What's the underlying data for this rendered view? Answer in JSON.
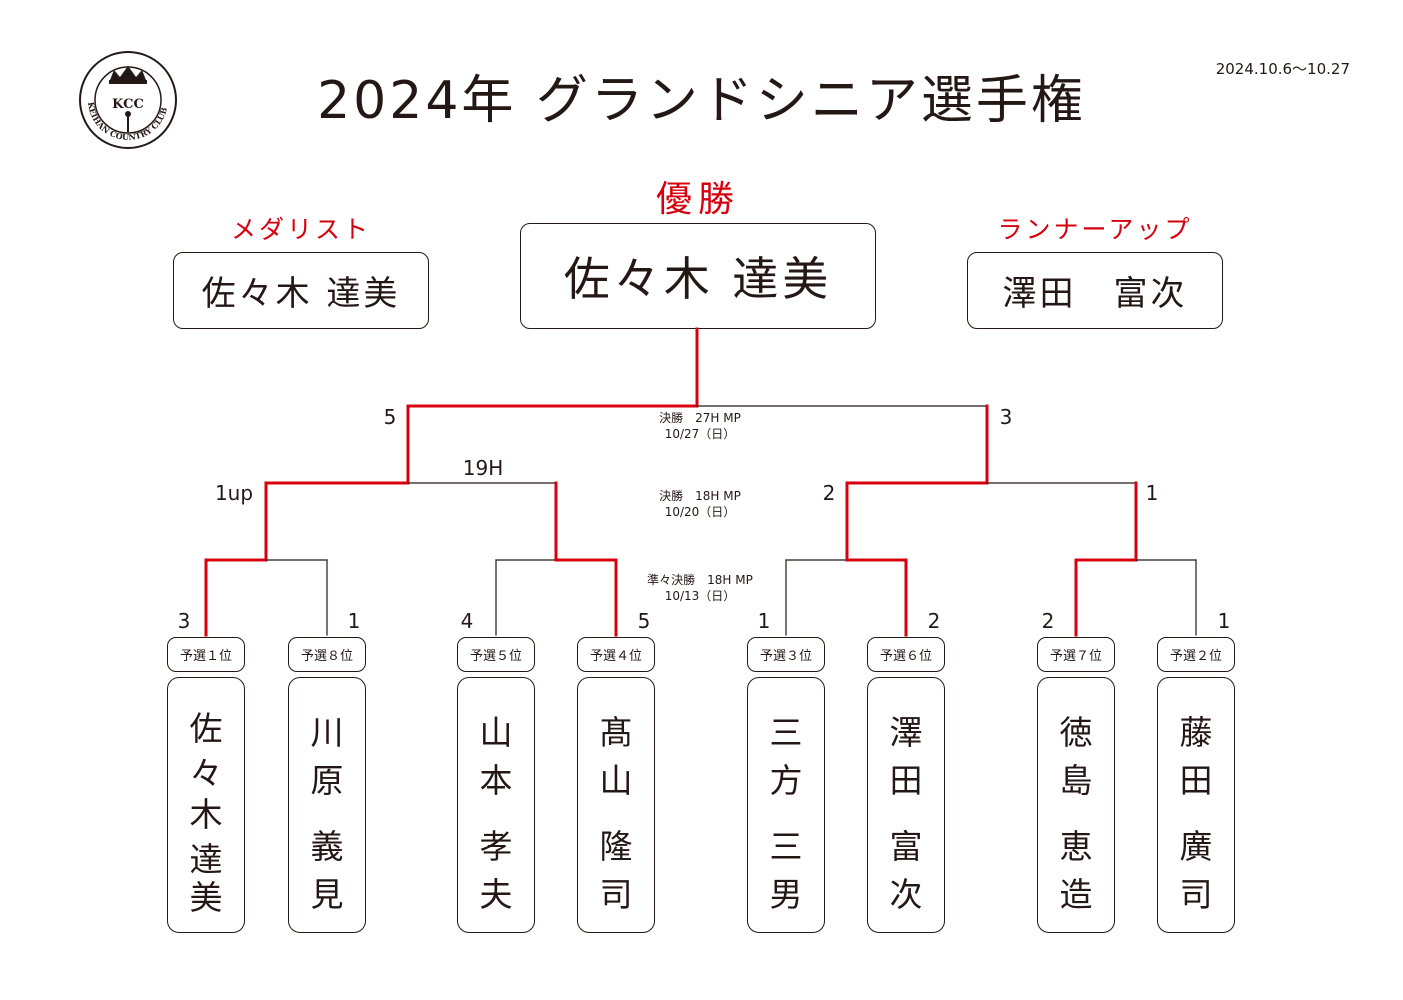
{
  "header": {
    "title": "2024年 グランドシニア選手権",
    "date_range": "2024.10.6～10.27",
    "logo": {
      "icon": "kcc-logo-icon",
      "center_text": "KCC",
      "ring_text": "KEIHAN COUNTRY CLUB"
    }
  },
  "awards": {
    "champion_label": "優勝",
    "champion_name": "佐々木 達美",
    "medalist_label": "メダリスト",
    "medalist_name": "佐々木 達美",
    "runnerup_label": "ランナーアップ",
    "runnerup_name": "澤田　富次"
  },
  "rounds": {
    "final": {
      "line1": "決勝　27H MP",
      "line2": "10/27（日）"
    },
    "semifinal": {
      "line1": "決勝　18H MP",
      "line2": "10/20（日）"
    },
    "quarterfinal": {
      "line1": "準々決勝　18H MP",
      "line2": "10/13（日）"
    }
  },
  "players": [
    {
      "rank": "予選１位",
      "surname": [
        "佐",
        "々",
        "木"
      ],
      "given": [
        "達",
        "美"
      ],
      "qf_score": "3"
    },
    {
      "rank": "予選８位",
      "surname": [
        "川",
        "原"
      ],
      "given": [
        "義",
        "見"
      ],
      "qf_score": "1"
    },
    {
      "rank": "予選５位",
      "surname": [
        "山",
        "本"
      ],
      "given": [
        "孝",
        "夫"
      ],
      "qf_score": "4"
    },
    {
      "rank": "予選４位",
      "surname": [
        "髙",
        "山"
      ],
      "given": [
        "隆",
        "司"
      ],
      "qf_score": "5"
    },
    {
      "rank": "予選３位",
      "surname": [
        "三",
        "方"
      ],
      "given": [
        "三",
        "男"
      ],
      "qf_score": "1"
    },
    {
      "rank": "予選６位",
      "surname": [
        "澤",
        "田"
      ],
      "given": [
        "富",
        "次"
      ],
      "qf_score": "2"
    },
    {
      "rank": "予選７位",
      "surname": [
        "徳",
        "島"
      ],
      "given": [
        "恵",
        "造"
      ],
      "qf_score": "2"
    },
    {
      "rank": "予選２位",
      "surname": [
        "藤",
        "田"
      ],
      "given": [
        "廣",
        "司"
      ],
      "qf_score": "1"
    }
  ],
  "semifinal_scores": [
    "1up",
    "19H",
    "2",
    "1"
  ],
  "final_scores": [
    "5",
    "3"
  ],
  "colors": {
    "winner_line": "#d7000f",
    "loser_line": "#231815",
    "accent_text": "#d7000f"
  }
}
